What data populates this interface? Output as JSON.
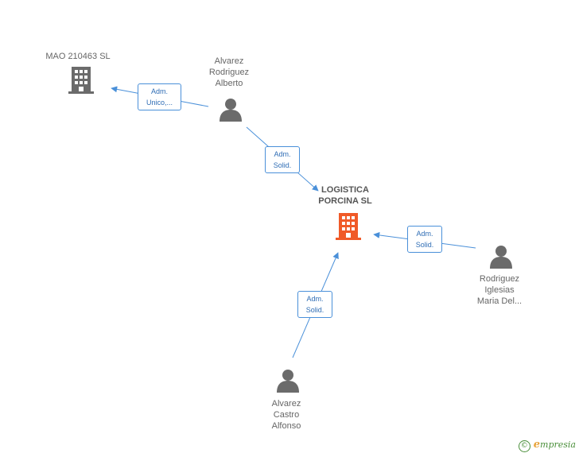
{
  "nodes": {
    "mao": {
      "lines": [
        "MAO 210463 SL"
      ],
      "kind": "company"
    },
    "logistica": {
      "lines": [
        "LOGISTICA",
        "PORCINA SL"
      ],
      "kind": "company-main"
    },
    "alberto": {
      "lines": [
        "Alvarez",
        "Rodriguez",
        "Alberto"
      ],
      "kind": "person"
    },
    "maria": {
      "lines": [
        "Rodriguez",
        "Iglesias",
        "Maria Del..."
      ],
      "kind": "person"
    },
    "alfonso": {
      "lines": [
        "Alvarez",
        "Castro",
        "Alfonso"
      ],
      "kind": "person"
    }
  },
  "edges": {
    "alberto_mao": {
      "lines": [
        "Adm.",
        "Unico,..."
      ]
    },
    "alberto_logistica": {
      "lines": [
        "Adm.",
        "Solid."
      ]
    },
    "maria_logistica": {
      "lines": [
        "Adm.",
        "Solid."
      ]
    },
    "alfonso_logistica": {
      "lines": [
        "Adm.",
        "Solid."
      ]
    }
  },
  "colors": {
    "edge": "#4a90d9",
    "company": "#6b6b6b",
    "company_main": "#f05a28",
    "person": "#6b6b6b"
  },
  "icons": {
    "company": "building-icon",
    "person": "person-icon"
  },
  "brand": {
    "copyright": "©",
    "initial": "e",
    "rest": "mpresia"
  }
}
